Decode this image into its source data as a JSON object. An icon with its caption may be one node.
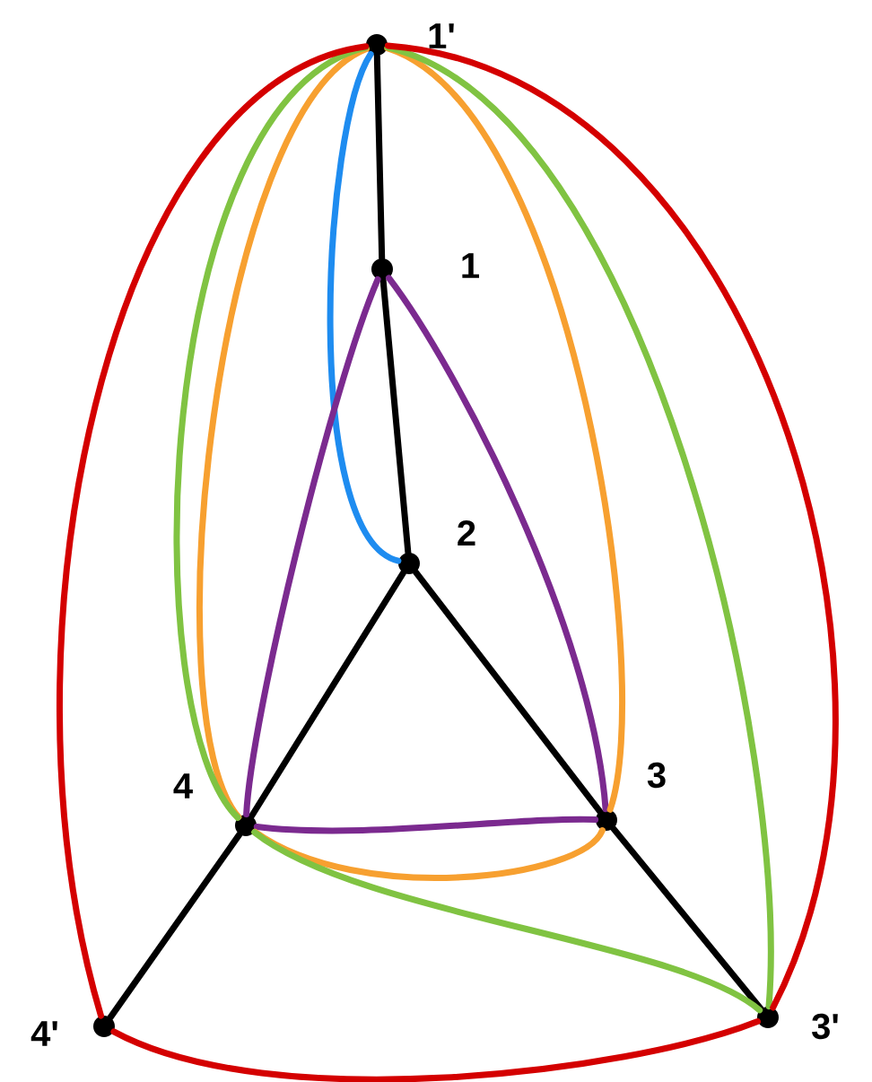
{
  "diagram": {
    "nodes": [
      {
        "text": [],
        "shape": "circle",
        "beside": [
          "1'"
        ]
      },
      {
        "text": [],
        "shape": "circle",
        "beside": [
          "1"
        ]
      },
      {
        "text": [],
        "shape": "circle",
        "beside": [
          "2"
        ]
      },
      {
        "text": [],
        "shape": "circle",
        "beside": [
          "3"
        ]
      },
      {
        "text": [],
        "shape": "circle",
        "beside": [
          "4"
        ]
      },
      {
        "text": [],
        "shape": "circle",
        "beside": [
          "4'"
        ]
      },
      {
        "text": [],
        "shape": "circle",
        "beside": [
          "3'"
        ]
      }
    ],
    "edges": [
      {
        "from": 0,
        "to": 1,
        "arrow": "none"
      },
      {
        "from": 1,
        "to": 2,
        "arrow": "none"
      },
      {
        "from": 2,
        "to": 3,
        "arrow": "none"
      },
      {
        "from": 2,
        "to": 4,
        "arrow": "none"
      },
      {
        "from": 4,
        "to": 5,
        "arrow": "none"
      },
      {
        "from": 3,
        "to": 6,
        "arrow": "none"
      },
      {
        "from": 0,
        "to": 2,
        "arrow": "none",
        "color": "#1e8cf0"
      },
      {
        "from": 1,
        "to": 4,
        "arrow": "none",
        "color": "#7b2a8f"
      },
      {
        "from": 1,
        "to": 3,
        "arrow": "none",
        "color": "#7b2a8f"
      },
      {
        "from": 4,
        "to": 3,
        "arrow": "none",
        "color": "#7b2a8f"
      },
      {
        "from": 0,
        "to": 4,
        "arrow": "none",
        "color": "#f7a030"
      },
      {
        "from": 0,
        "to": 3,
        "arrow": "none",
        "color": "#f7a030"
      },
      {
        "from": 4,
        "to": 3,
        "arrow": "none",
        "color": "#f7a030"
      },
      {
        "from": 0,
        "to": 4,
        "arrow": "none",
        "color": "#80c342"
      },
      {
        "from": 0,
        "to": 6,
        "arrow": "none",
        "color": "#80c342"
      },
      {
        "from": 4,
        "to": 6,
        "arrow": "none",
        "color": "#80c342"
      },
      {
        "from": 0,
        "to": 5,
        "arrow": "none",
        "color": "#d40000"
      },
      {
        "from": 0,
        "to": 6,
        "arrow": "none",
        "color": "#d40000"
      },
      {
        "from": 5,
        "to": 6,
        "arrow": "none",
        "color": "#d40000"
      }
    ]
  }
}
